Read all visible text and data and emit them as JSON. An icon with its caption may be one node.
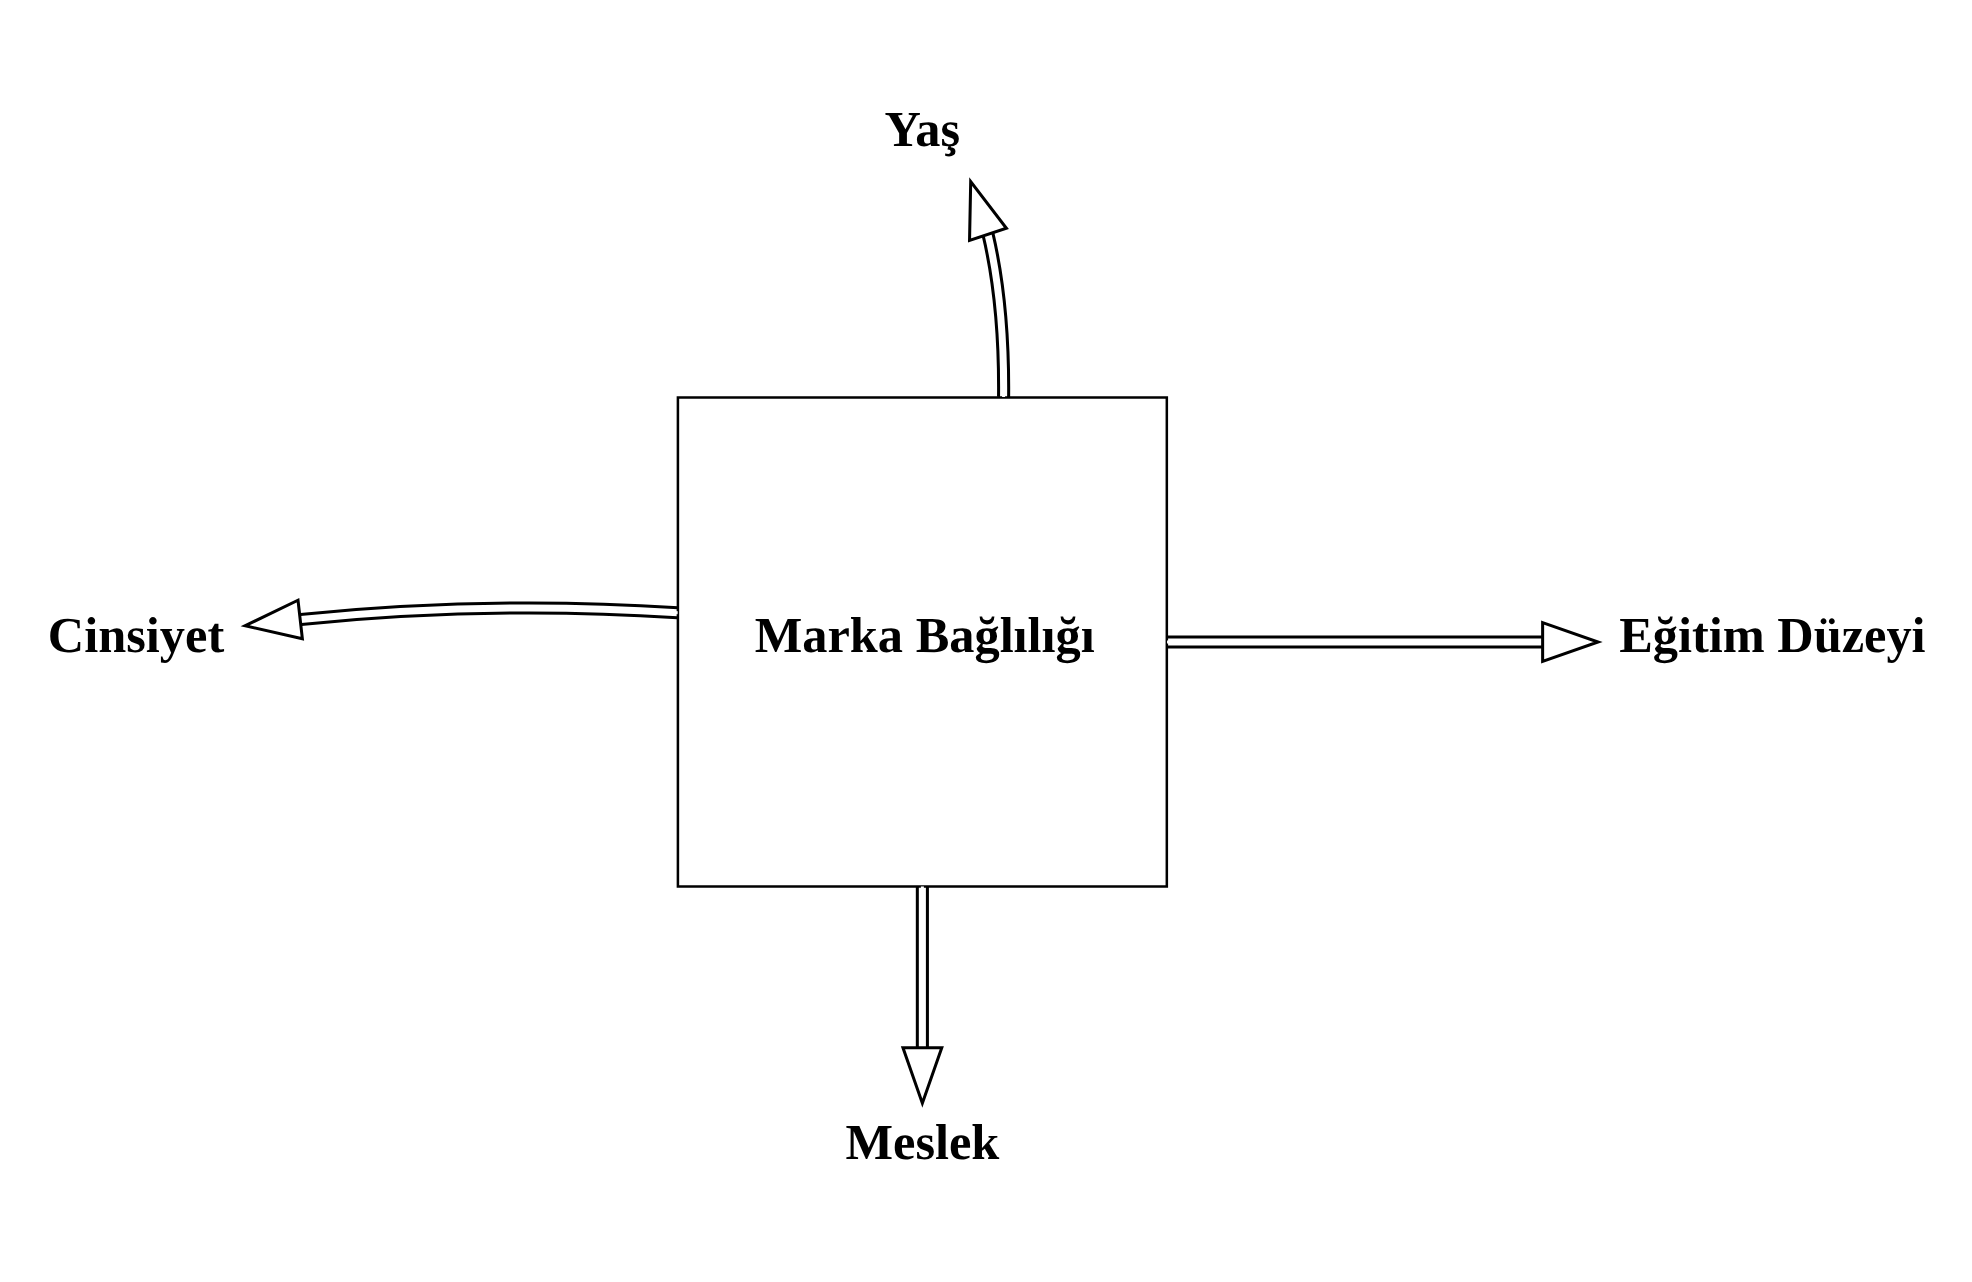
{
  "diagram": {
    "nodes": [
      {
        "text": [
          "Yaş"
        ]
      },
      {
        "text": [
          "Cinsiyet"
        ]
      },
      {
        "text": [
          "Marka Bağlılığı"
        ]
      },
      {
        "text": [
          "Eğitim Düzeyi"
        ]
      },
      {
        "text": [
          "Meslek"
        ]
      }
    ],
    "edges": [
      {
        "from": 2,
        "to": 0,
        "arrow": "to"
      },
      {
        "from": 2,
        "to": 1,
        "arrow": "to"
      },
      {
        "from": 2,
        "to": 3,
        "arrow": "to"
      },
      {
        "from": 2,
        "to": 4,
        "arrow": "to"
      }
    ]
  }
}
